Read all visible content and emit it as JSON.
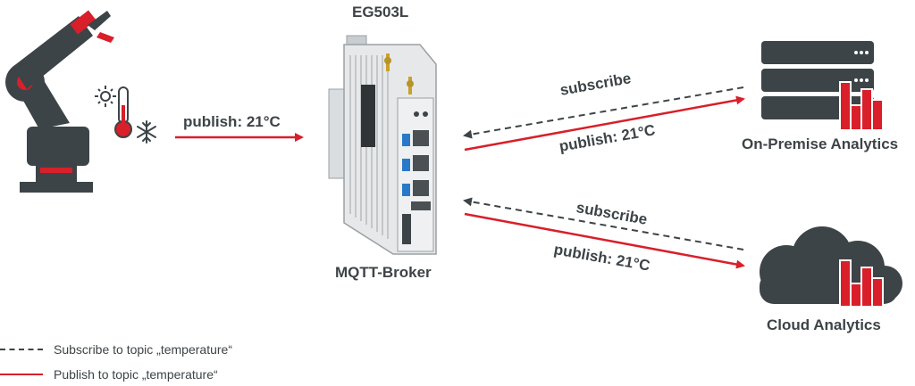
{
  "device": {
    "model": "EG503L",
    "role": "MQTT-Broker"
  },
  "publisher": {
    "publish_label": "publish: 21°C"
  },
  "on_premise": {
    "name": "On-Premise Analytics",
    "subscribe_label": "subscribe",
    "publish_label": "publish: 21°C"
  },
  "cloud": {
    "name": "Cloud Analytics",
    "subscribe_label": "subscribe",
    "publish_label": "publish: 21°C"
  },
  "legend": {
    "subscribe": "Subscribe to topic „temperature“",
    "publish": "Publish to topic „temperature“"
  },
  "colors": {
    "accent": "#d81f2a",
    "dark": "#3d4447",
    "device": "#e6e8ea"
  }
}
